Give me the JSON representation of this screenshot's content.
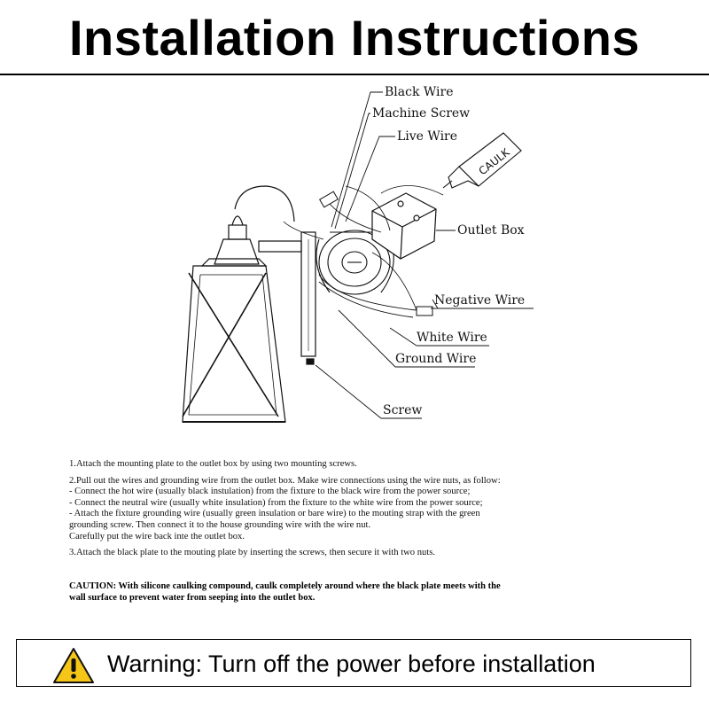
{
  "title": "Installation Instructions",
  "labels": {
    "black_wire": "Black Wire",
    "machine_screw": "Machine Screw",
    "live_wire": "Live Wire",
    "caulk": "CAULK",
    "outlet_box": "Outlet Box",
    "negative_wire": "Negative Wire",
    "white_wire": "White Wire",
    "ground_wire": "Ground Wire",
    "screw": "Screw"
  },
  "steps": {
    "step1": "1.Attach the mounting plate to the outlet box by using two mounting screws.",
    "step2": [
      "2.Pull out the wires and grounding wire from the outlet box. Make wire connections using the wire nuts, as follow:",
      "- Connect the hot wire (usually black instulation) from the fixture to the black wire from the power source;",
      "- Connect the neutral wire (usually white insulation) from the fixture to the white wire from the power source;",
      "- Attach the fixture grounding wire  (usually green insulation or bare wire) to the mouting strap with the green",
      "grounding screw. Then connect it to the house grounding wire with the wire nut.",
      "Carefully put the wire back inte the outlet box."
    ],
    "step3": "3.Attach the black plate to the mouting plate by inserting the screws, then secure it with two nuts."
  },
  "caution": [
    "CAUTION: With silicone caulking compound, caulk completely around where the black plate meets with the",
    "wall surface to prevent water from seeping into the outlet box."
  ],
  "warning": {
    "icon": "warning-triangle-icon",
    "icon_color": "#F5C518",
    "text": "Warning: Turn off the power before installation"
  }
}
